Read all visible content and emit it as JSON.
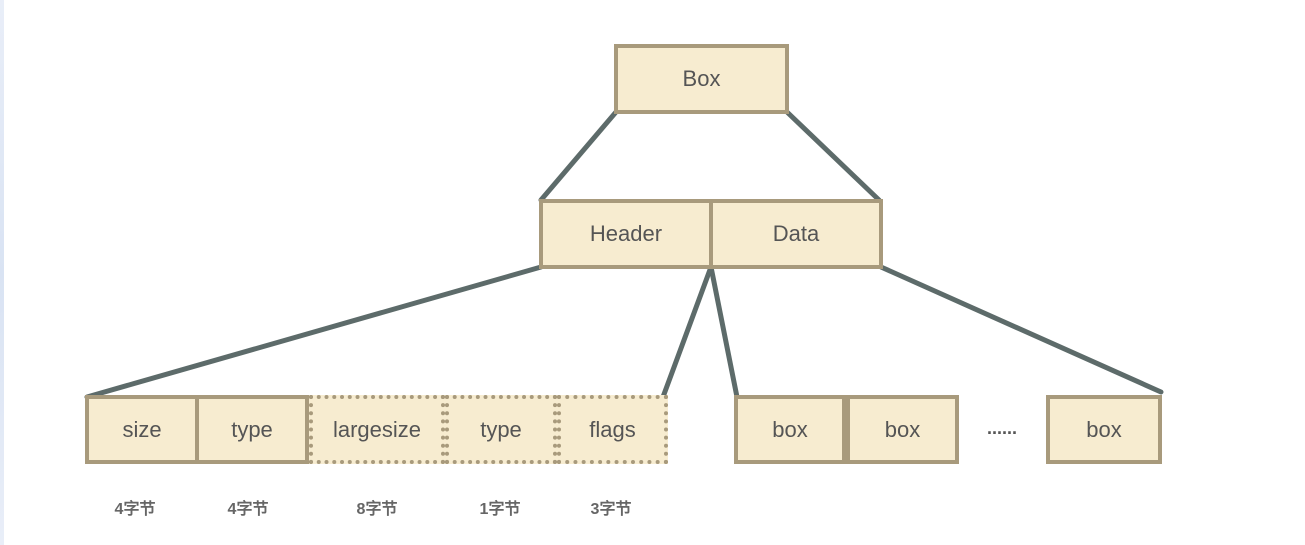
{
  "root": {
    "label": "Box"
  },
  "level2": {
    "header_label": "Header",
    "data_label": "Data"
  },
  "header_fields": [
    {
      "label": "size",
      "size": "4字节",
      "optional": false
    },
    {
      "label": "type",
      "size": "4字节",
      "optional": false
    },
    {
      "label": "largesize",
      "size": "8字节",
      "optional": true
    },
    {
      "label": "type",
      "size": "1字节",
      "optional": true
    },
    {
      "label": "flags",
      "size": "3字节",
      "optional": true
    }
  ],
  "data_children": {
    "box1": "box",
    "box2": "box",
    "ellipsis": "......",
    "box3": "box"
  },
  "colors": {
    "fill": "#f7ecd0",
    "border": "#a89a7c",
    "line": "#5d6b6a",
    "text": "#555555"
  }
}
